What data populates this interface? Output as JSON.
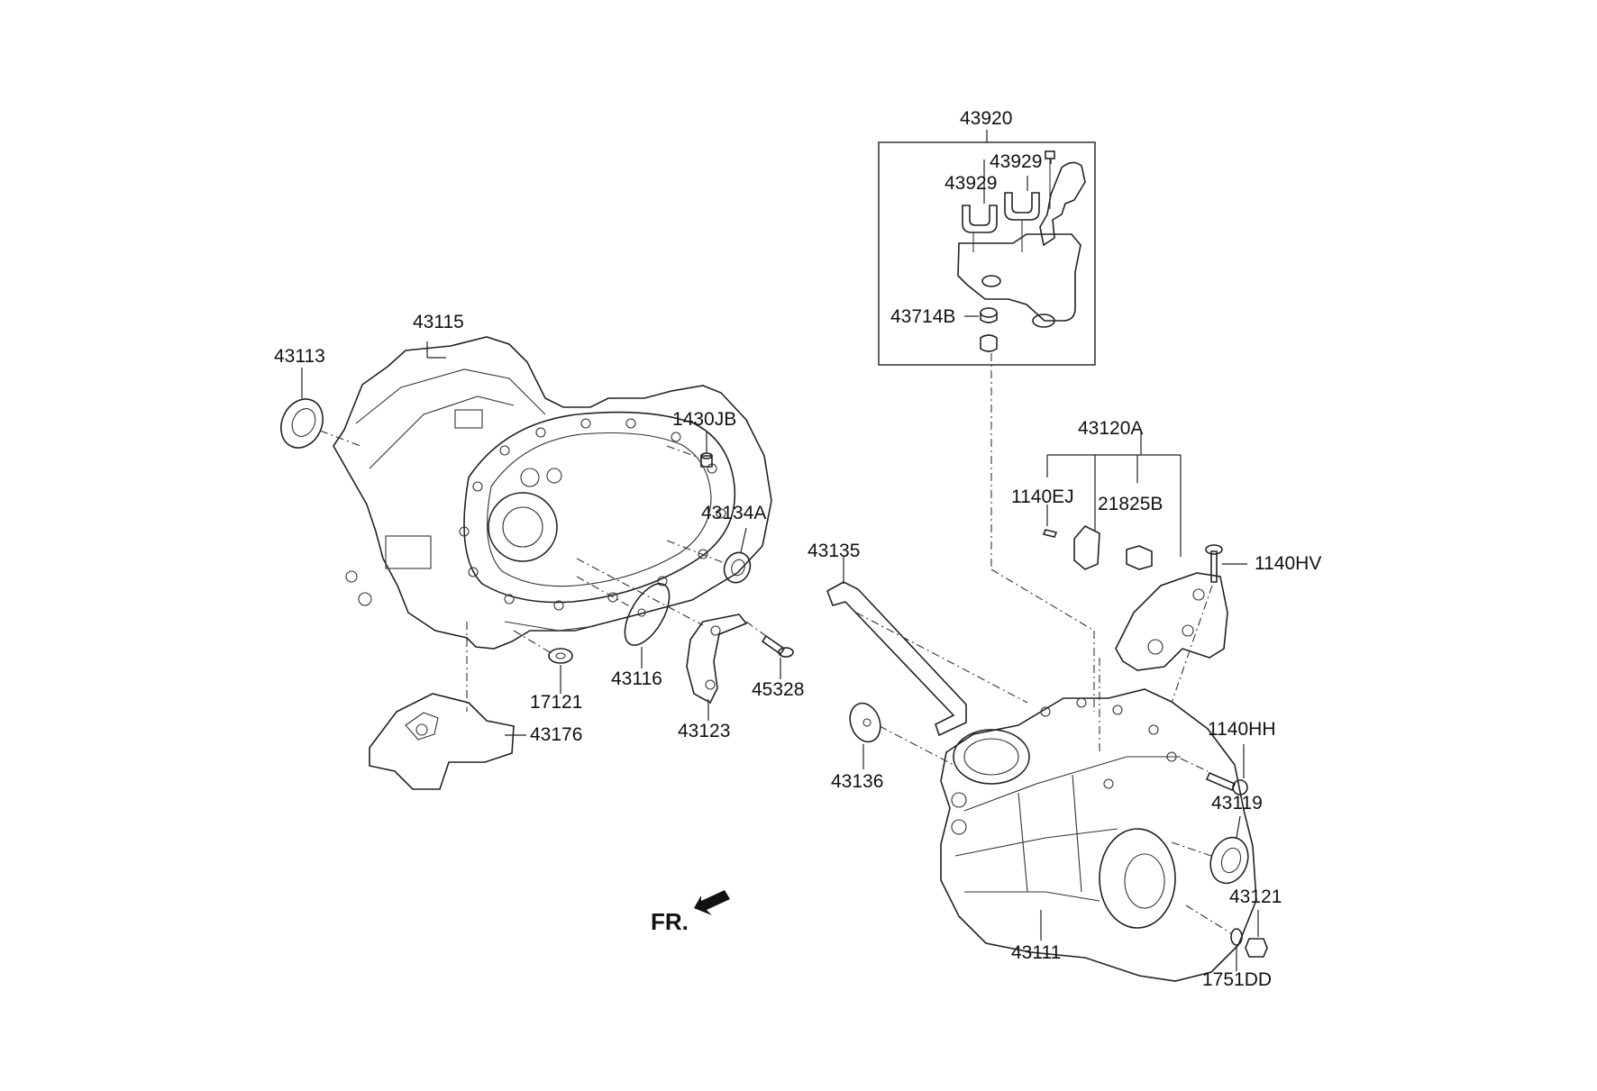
{
  "direction_label": "FR.",
  "labels": {
    "p43920": "43920",
    "p43929a": "43929",
    "p43929b": "43929",
    "p43714B": "43714B",
    "p43115": "43115",
    "p43113": "43113",
    "p1430JB": "1430JB",
    "p43134A": "43134A",
    "p43120A": "43120A",
    "p1140EJ": "1140EJ",
    "p21825B": "21825B",
    "p43135": "43135",
    "p1140HV": "1140HV",
    "p17121": "17121",
    "p43116": "43116",
    "p45328": "45328",
    "p43176": "43176",
    "p43123": "43123",
    "p43136": "43136",
    "p1140HH": "1140HH",
    "p43119": "43119",
    "p43121": "43121",
    "p43111": "43111",
    "p1751DD": "1751DD"
  }
}
